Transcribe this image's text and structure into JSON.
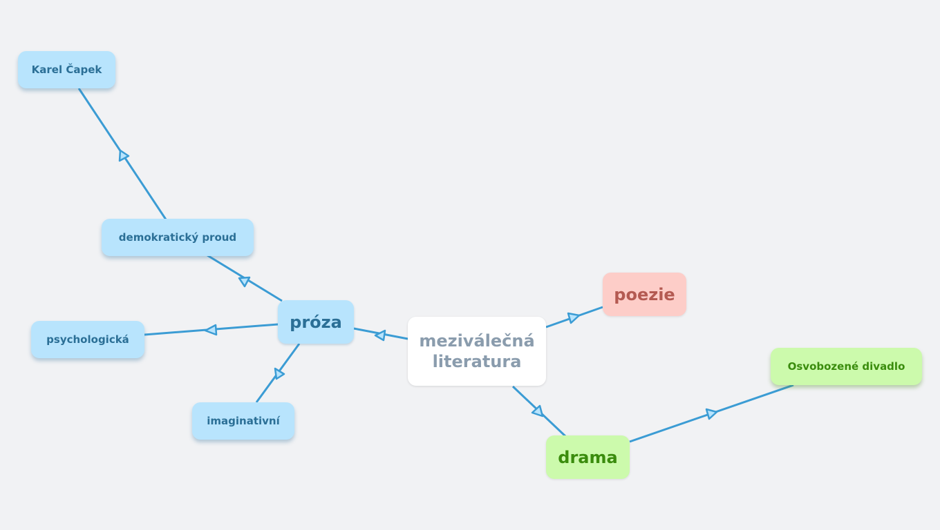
{
  "mindmap": {
    "edge_color": "#3b9cd4",
    "root": {
      "label": "meziválečná literatura",
      "line1": "meziválečná",
      "line2": "literatura"
    },
    "nodes": {
      "proza": {
        "label": "próza",
        "color": "#b8e4fd"
      },
      "poezie": {
        "label": "poezie",
        "color": "#fdcdc8"
      },
      "drama": {
        "label": "drama",
        "color": "#ccfaac"
      },
      "demokraticky_proud": {
        "label": "demokratický proud",
        "parent": "próza"
      },
      "karel_capek": {
        "label": "Karel Čapek",
        "parent": "demokratický proud"
      },
      "psychologicka": {
        "label": "psychologická",
        "parent": "próza"
      },
      "imaginativni": {
        "label": "imaginativní",
        "parent": "próza"
      },
      "osvobozene_divadlo": {
        "label": "Osvobozené divadlo",
        "parent": "drama"
      }
    }
  }
}
